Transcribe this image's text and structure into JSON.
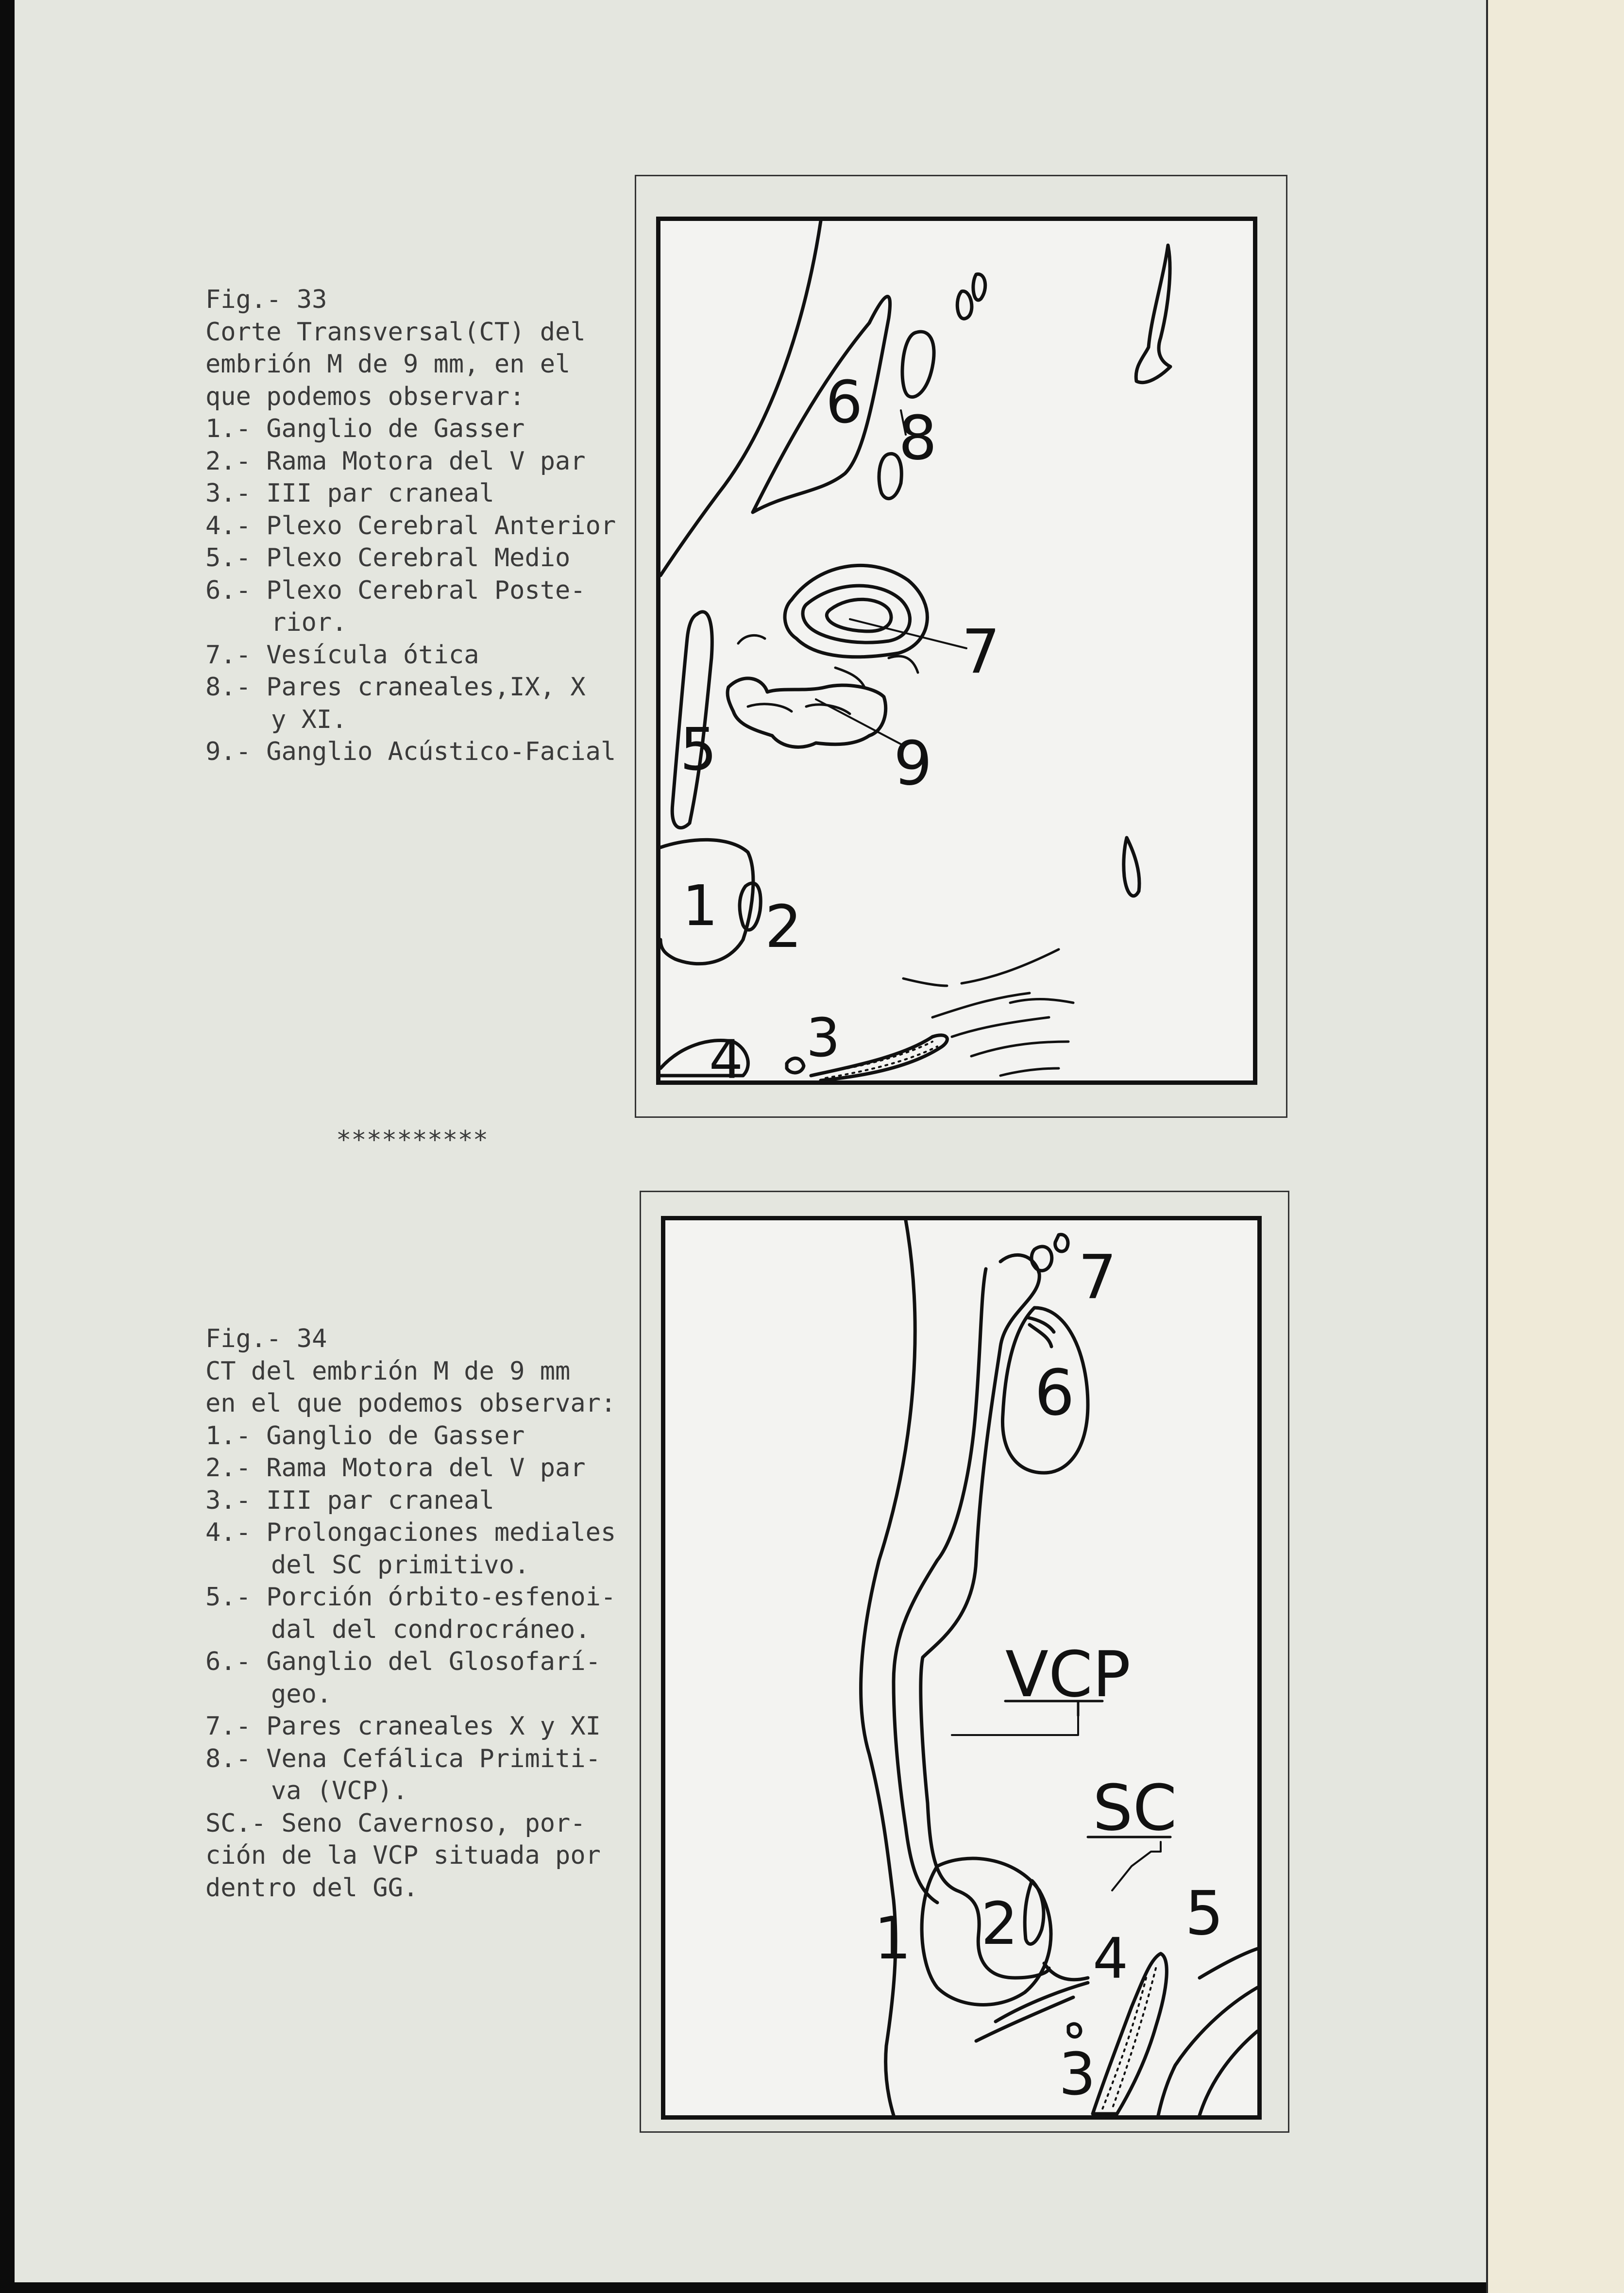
{
  "figure33": {
    "caption": {
      "title": "Fig.- 33",
      "intro": [
        "Corte Transversal(CT) del",
        "embrión M de 9 mm, en el",
        "que podemos observar:"
      ],
      "items": [
        [
          "1.- Ganglio de Gasser"
        ],
        [
          "2.- Rama Motora del V par"
        ],
        [
          "3.- III par craneal"
        ],
        [
          "4.- Plexo Cerebral Anterior"
        ],
        [
          "5.- Plexo Cerebral Medio"
        ],
        [
          "6.- Plexo Cerebral Poste-",
          "rior."
        ],
        [
          "7.- Vesícula ótica"
        ],
        [
          "8.- Pares craneales,IX, X",
          "y XI."
        ],
        [
          "9.- Ganglio Acústico-Facial"
        ]
      ]
    },
    "labels": {
      "l1": "1",
      "l2": "2",
      "l3": "3",
      "l4": "4",
      "l5": "5",
      "l6": "6",
      "l7": "7",
      "l8": "8",
      "l9": "9"
    }
  },
  "separator": "**********",
  "figure34": {
    "caption": {
      "title": "Fig.- 34",
      "intro": [
        "CT del embrión M de 9 mm",
        "en el que podemos observar:"
      ],
      "items": [
        [
          "1.- Ganglio de Gasser"
        ],
        [
          "2.- Rama Motora del V par"
        ],
        [
          "3.- III par craneal"
        ],
        [
          "4.- Prolongaciones mediales",
          "del SC primitivo."
        ],
        [
          "5.- Porción órbito-esfenoi-",
          "dal del condrocráneo."
        ],
        [
          "6.- Ganglio del Glosofarí-",
          "geo."
        ],
        [
          "7.- Pares craneales X y XI"
        ],
        [
          "8.- Vena Cefálica Primiti-",
          "va (VCP)."
        ]
      ],
      "outro": [
        "SC.- Seno Cavernoso, por-",
        "ción de la VCP situada por",
        "dentro del GG."
      ]
    },
    "labels": {
      "l1": "1",
      "l2": "2",
      "l3": "3",
      "l4": "4",
      "l5": "5",
      "l6": "6",
      "l7": "7",
      "vcp": "VCP",
      "sc": "SC"
    }
  }
}
